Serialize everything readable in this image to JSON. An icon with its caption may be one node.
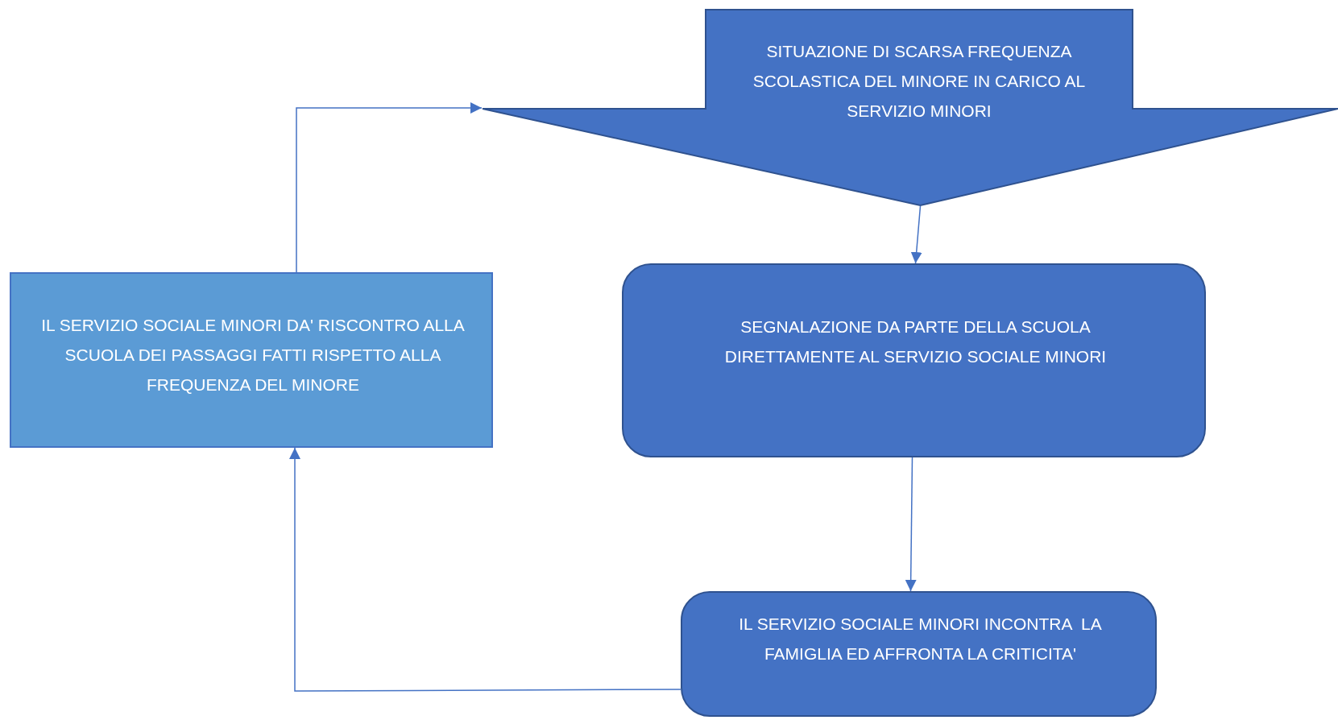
{
  "diagram": {
    "nodes": [
      {
        "text": [
          "SITUAZIONE DI SCARSA FREQUENZA SCOLASTICA DEL MINORE IN CARICO AL SERVIZIO MINORI"
        ]
      },
      {
        "text": [
          "SEGNALAZIONE DA PARTE DELLA SCUOLA DIRETTAMENTE AL SERVIZIO SOCIALE MINORI"
        ]
      },
      {
        "text": [
          "IL SERVIZIO SOCIALE MINORI INCONTRA  LA FAMIGLIA ED AFFRONTA LA CRITICITA'"
        ]
      },
      {
        "text": [
          "IL SERVIZIO SOCIALE MINORI DA' RISCONTRO ALLA SCUOLA DEI PASSAGGI FATTI RISPETTO ALLA FREQUENZA DEL MINORE"
        ]
      }
    ],
    "edges": [
      {
        "from": 0,
        "to": 1,
        "arrow": "to"
      },
      {
        "from": 1,
        "to": 2,
        "arrow": "to"
      },
      {
        "from": 2,
        "to": 3,
        "arrow": "to"
      },
      {
        "from": 3,
        "to": 0,
        "arrow": "to"
      }
    ]
  }
}
